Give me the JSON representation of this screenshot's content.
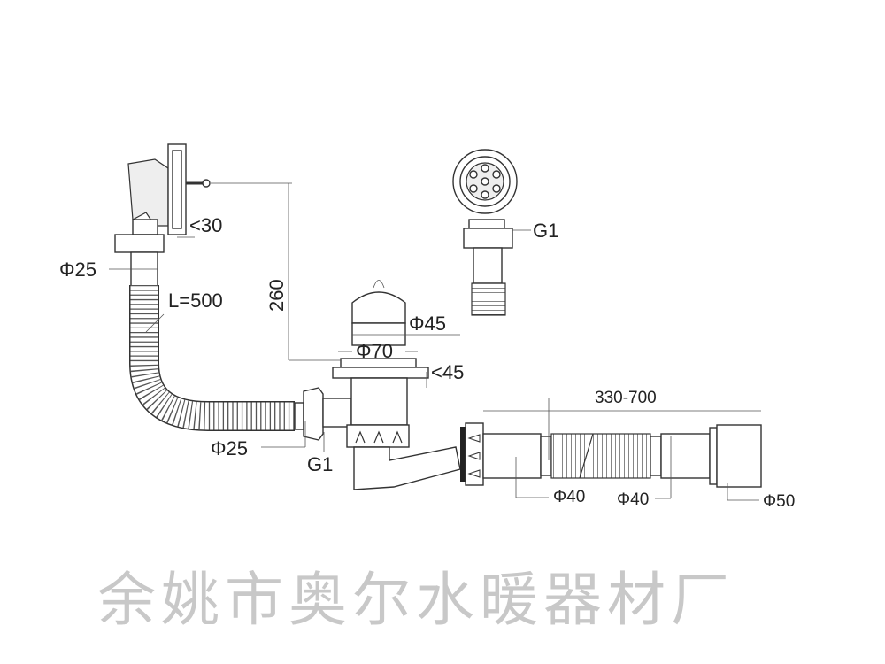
{
  "watermark": "余姚市奥尔水暖器材厂",
  "labels": {
    "overflow_depth": "<30",
    "overflow_pipe_dia": "Φ25",
    "hose_length": "L=500",
    "height": "260",
    "stopper_dia": "Φ45",
    "drain_flange_dia": "Φ70",
    "flange_depth": "<45",
    "hose_end_dia": "Φ25",
    "nut_thread_left": "G1",
    "grate_thread": "G1",
    "outlet_length_range": "330-700",
    "outlet_dia_1": "Φ40",
    "outlet_dia_2": "Φ40",
    "outlet_dia_3": "Φ50"
  }
}
